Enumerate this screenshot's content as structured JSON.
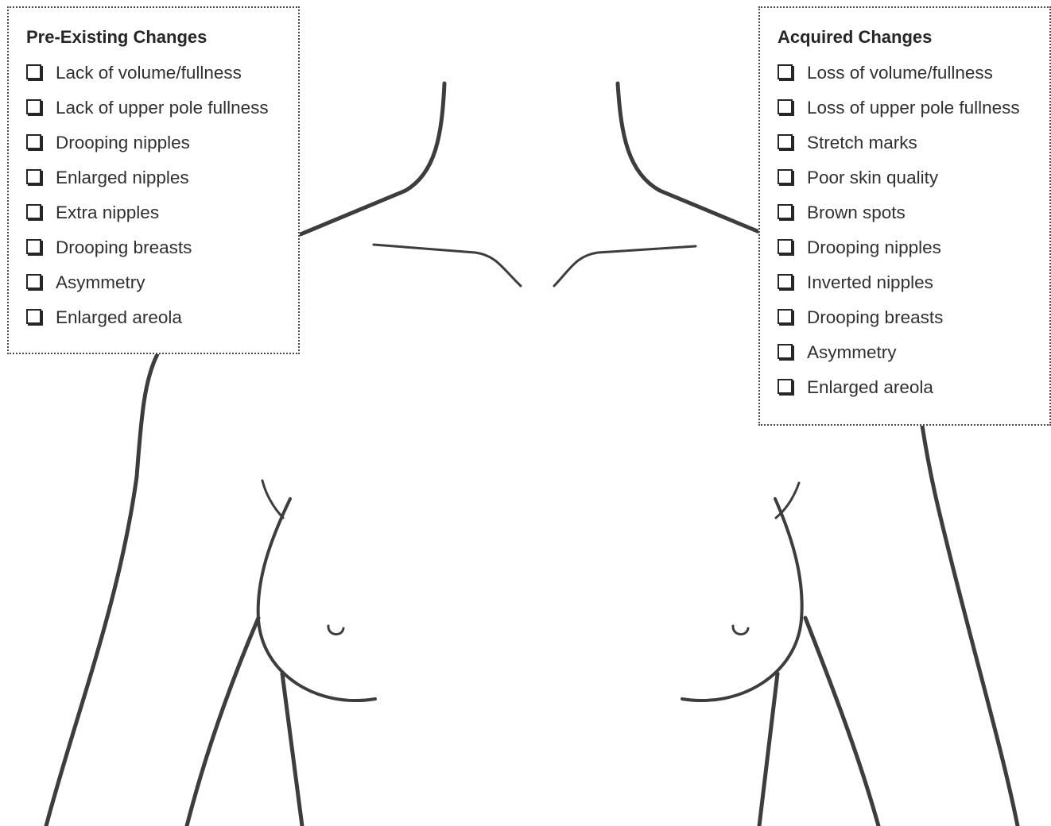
{
  "pre_existing": {
    "title": "Pre-Existing Changes",
    "items": [
      "Lack of volume/fullness",
      "Lack of upper pole fullness",
      "Drooping nipples",
      "Enlarged nipples",
      "Extra nipples",
      "Drooping breasts",
      "Asymmetry",
      "Enlarged areola"
    ]
  },
  "acquired": {
    "title": "Acquired Changes",
    "items": [
      "Loss of volume/fullness",
      "Loss of upper pole fullness",
      "Stretch marks",
      "Poor skin quality",
      "Brown spots",
      "Drooping nipples",
      "Inverted nipples",
      "Drooping breasts",
      "Asymmetry",
      "Enlarged areola"
    ]
  },
  "colors": {
    "line": "#3d3d3d",
    "text": "#2e2e2e",
    "background": "#ffffff"
  },
  "icons": {
    "checkbox": "checkbox-icon"
  }
}
